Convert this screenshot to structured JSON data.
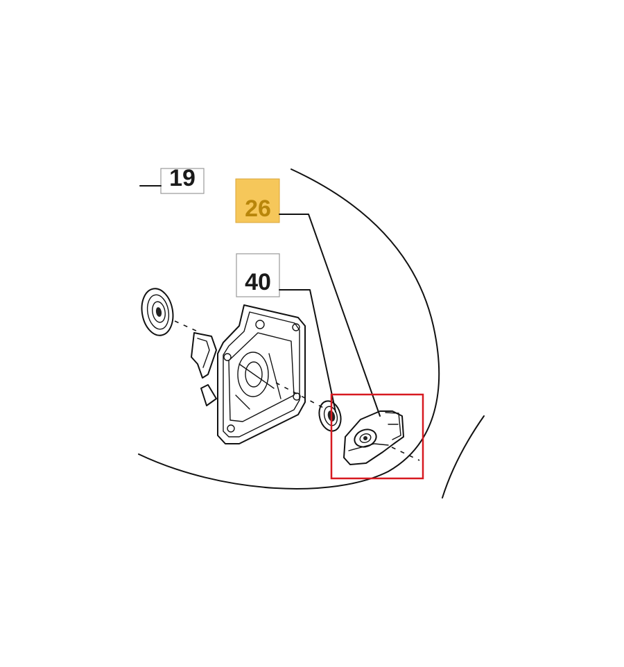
{
  "callouts": [
    {
      "id": "19",
      "label": "19",
      "highlighted": false
    },
    {
      "id": "26",
      "label": "26",
      "highlighted": true
    },
    {
      "id": "40",
      "label": "40",
      "highlighted": false
    }
  ],
  "colors": {
    "highlight_fill": "#f6c75a",
    "highlight_text": "#b8860b",
    "selection_box": "#d71920",
    "line": "#111111"
  }
}
